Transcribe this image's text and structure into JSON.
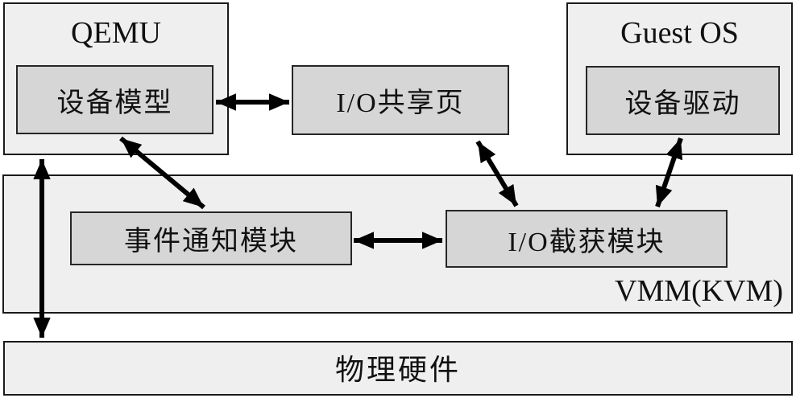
{
  "diagram": {
    "containers": {
      "qemu": {
        "label": "QEMU"
      },
      "guest_os": {
        "label": "Guest OS"
      },
      "vmm": {
        "label": "VMM(KVM)"
      },
      "hardware": {
        "label": "物理硬件"
      }
    },
    "boxes": {
      "device_model": {
        "label": "设备模型",
        "parent": "qemu"
      },
      "io_shared_page": {
        "label": "I/O共享页",
        "parent": "none"
      },
      "device_driver": {
        "label": "设备驱动",
        "parent": "guest_os"
      },
      "event_notify": {
        "label": "事件通知模块",
        "parent": "vmm"
      },
      "io_intercept": {
        "label": "I/O截获模块",
        "parent": "vmm"
      }
    },
    "arrows": [
      {
        "from": "device_model",
        "to": "io_shared_page",
        "bidirectional": true,
        "orientation": "horizontal"
      },
      {
        "from": "device_model",
        "to": "event_notify",
        "bidirectional": true,
        "orientation": "diagonal"
      },
      {
        "from": "io_shared_page",
        "to": "io_intercept",
        "bidirectional": true,
        "orientation": "diagonal"
      },
      {
        "from": "device_driver",
        "to": "io_intercept",
        "bidirectional": true,
        "orientation": "diagonal"
      },
      {
        "from": "event_notify",
        "to": "io_intercept",
        "bidirectional": true,
        "orientation": "horizontal"
      },
      {
        "from": "qemu",
        "to": "hardware",
        "bidirectional": true,
        "orientation": "vertical"
      }
    ],
    "colors": {
      "container_fill": "#efefef",
      "box_fill": "#d6d6d6",
      "border": "#1a1a1a",
      "arrow": "#000000",
      "background": "#ffffff",
      "text": "#111111"
    }
  }
}
